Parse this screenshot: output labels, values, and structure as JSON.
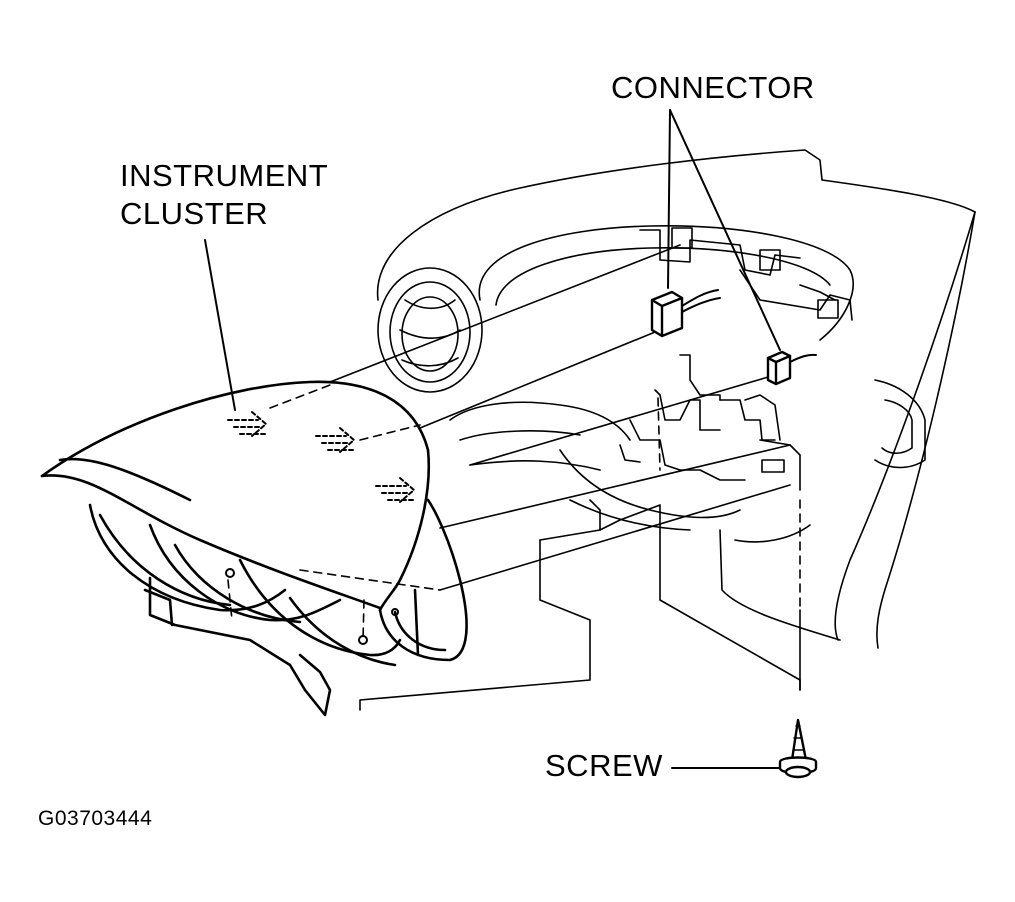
{
  "labels": {
    "connector": "CONNECTOR",
    "instrument_cluster_line1": "INSTRUMENT",
    "instrument_cluster_line2": "CLUSTER",
    "screw": "SCREW",
    "figure_id": "G03703444"
  },
  "colors": {
    "ink": "#000000",
    "paper": "#ffffff"
  }
}
